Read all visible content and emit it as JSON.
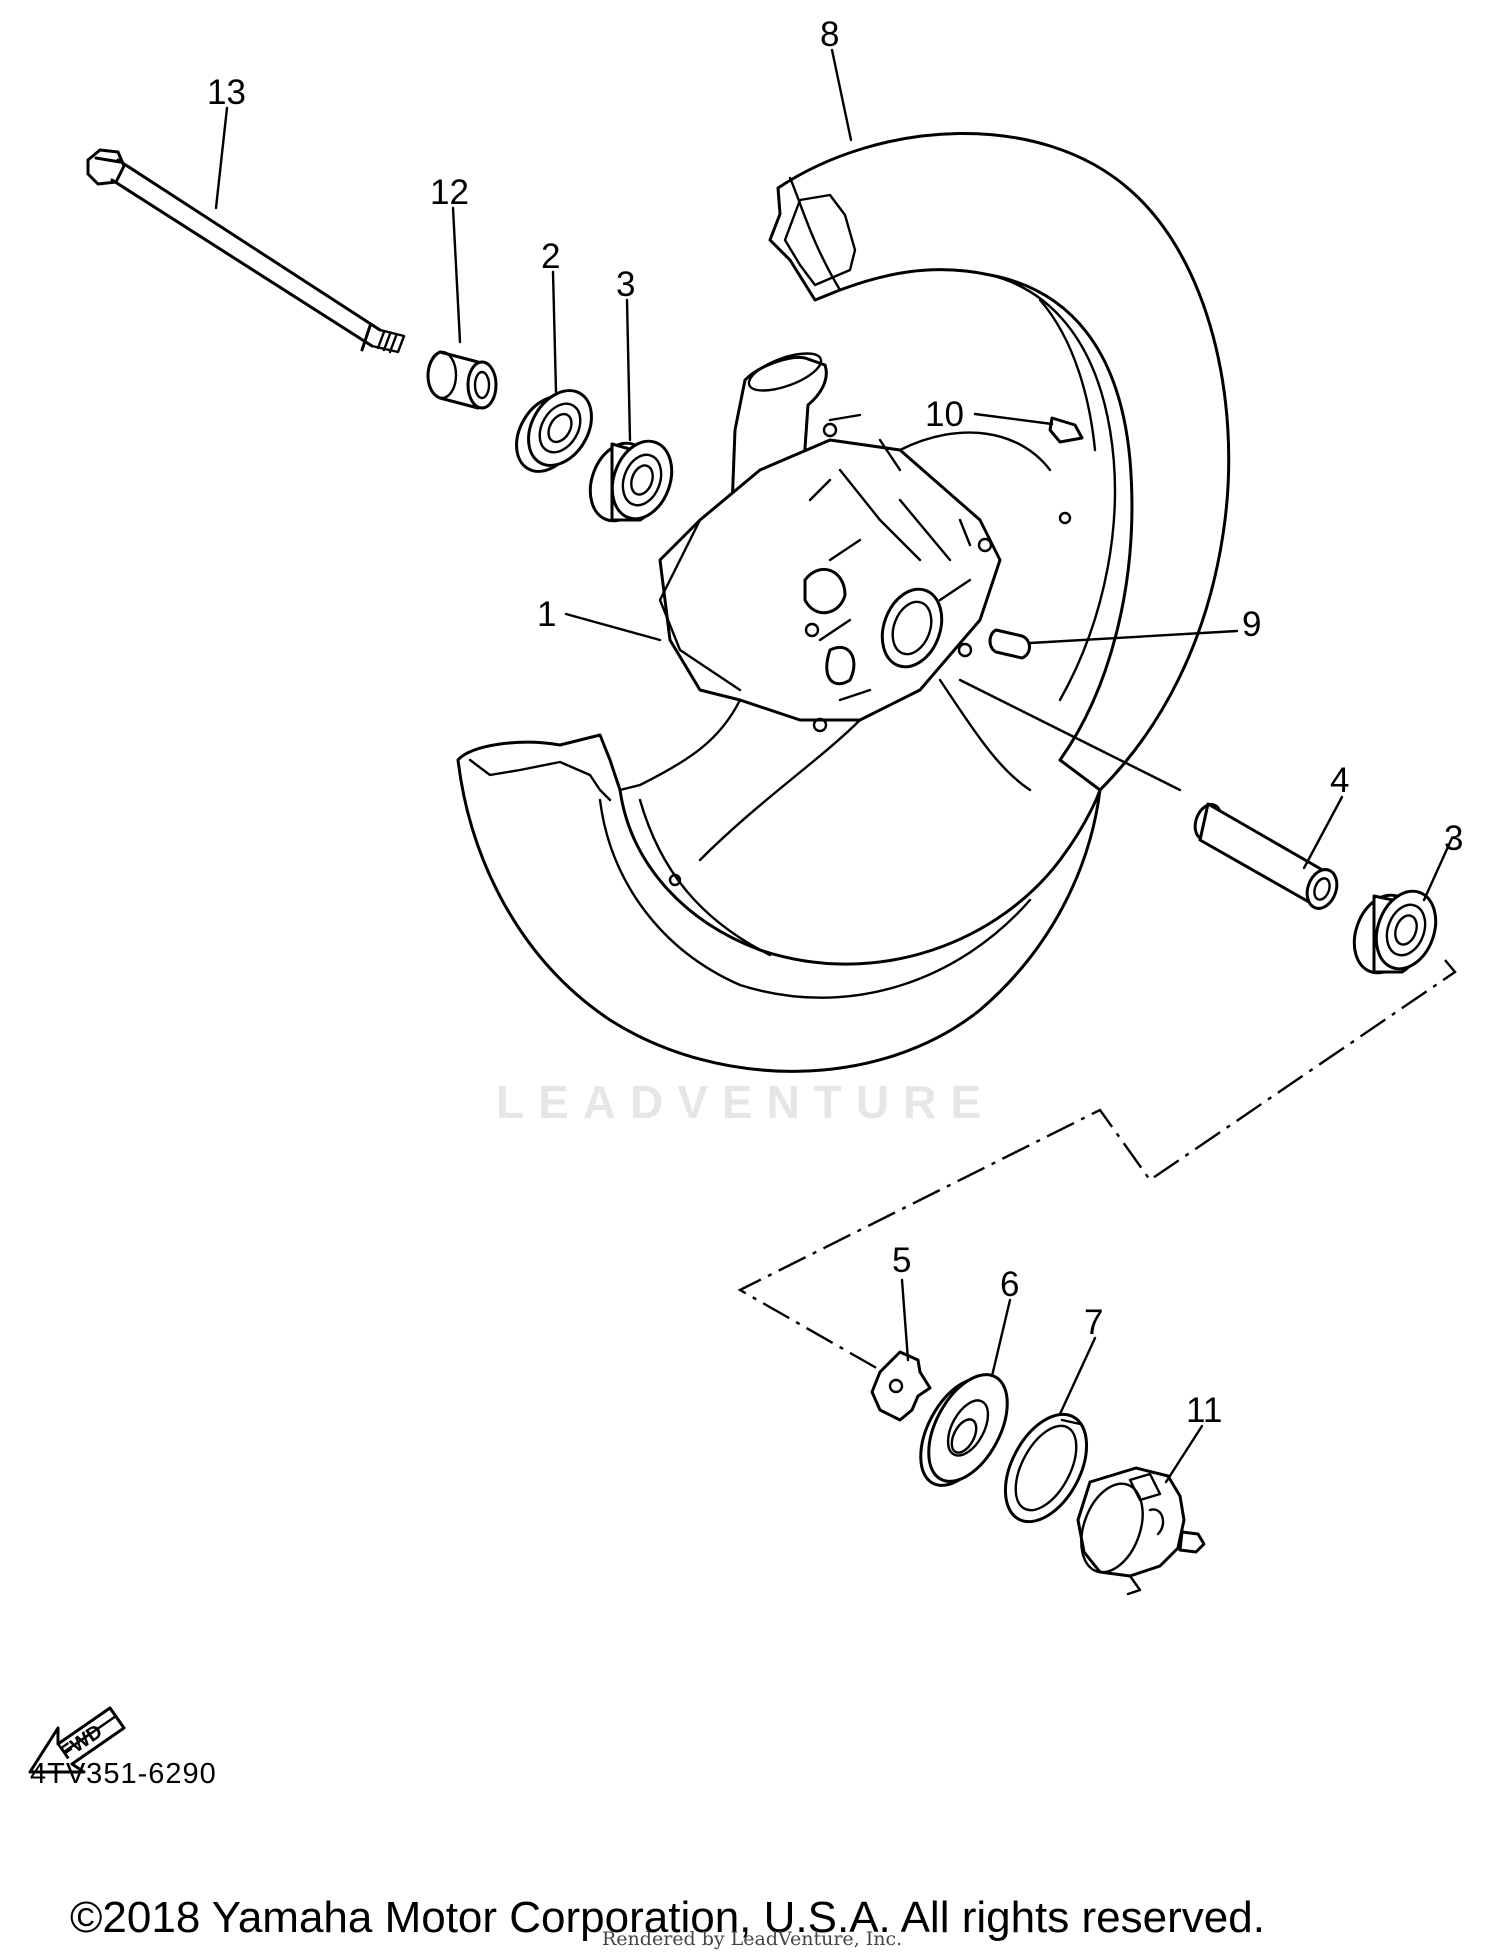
{
  "callouts": [
    {
      "id": "1",
      "label": "1"
    },
    {
      "id": "2",
      "label": "2"
    },
    {
      "id": "3a",
      "label": "3"
    },
    {
      "id": "3b",
      "label": "3"
    },
    {
      "id": "4",
      "label": "4"
    },
    {
      "id": "5",
      "label": "5"
    },
    {
      "id": "6",
      "label": "6"
    },
    {
      "id": "7",
      "label": "7"
    },
    {
      "id": "8",
      "label": "8"
    },
    {
      "id": "9",
      "label": "9"
    },
    {
      "id": "10",
      "label": "10"
    },
    {
      "id": "11",
      "label": "11"
    },
    {
      "id": "12",
      "label": "12"
    },
    {
      "id": "13",
      "label": "13"
    }
  ],
  "fwd_label": "FWD",
  "drawing_code": "4TV351-6290",
  "copyright": "©2018 Yamaha Motor Corporation, U.S.A. All rights reserved.",
  "rendered_by": "Rendered by LeadVenture, Inc.",
  "watermark": "LEADVENTURE"
}
